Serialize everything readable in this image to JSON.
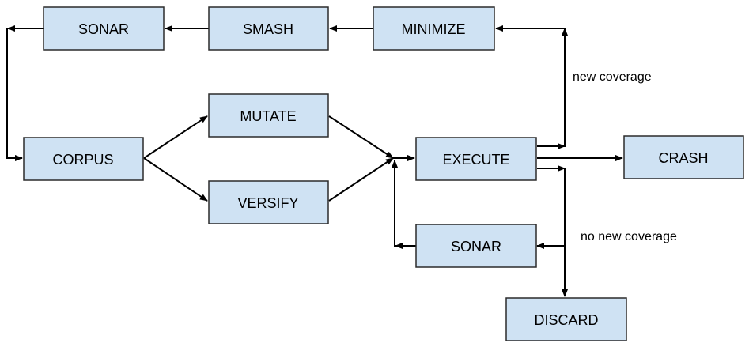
{
  "colors": {
    "node_fill": "#cfe2f3",
    "node_border": "#2b2b2b",
    "edge": "#000000",
    "background": "#ffffff"
  },
  "nodes": {
    "sonar_top": "SONAR",
    "smash": "SMASH",
    "minimize": "MINIMIZE",
    "corpus": "CORPUS",
    "mutate": "MUTATE",
    "versify": "VERSIFY",
    "execute": "EXECUTE",
    "crash": "CRASH",
    "sonar_bottom": "SONAR",
    "discard": "DISCARD"
  },
  "edge_labels": {
    "new_coverage": "new coverage",
    "no_new_coverage": "no new coverage"
  }
}
